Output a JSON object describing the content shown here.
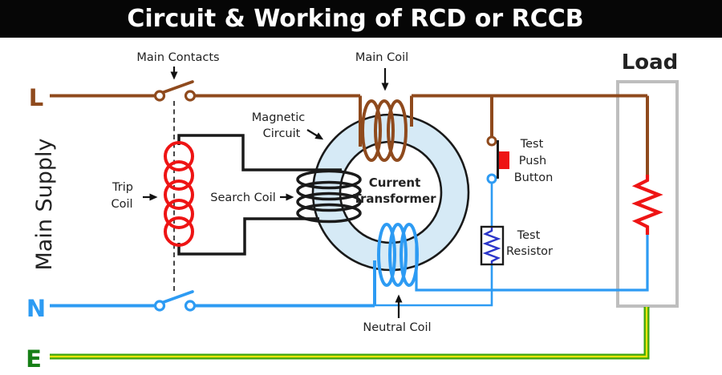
{
  "title": "Circuit & Working of RCD or RCCB",
  "supply": {
    "label": "Main Supply",
    "l": "L",
    "n": "N",
    "e": "E"
  },
  "labels": {
    "main_contacts": "Main Contacts",
    "main_coil": "Main Coil",
    "magnetic_line1": "Magnetic",
    "magnetic_line2": "Circuit",
    "search_coil": "Search Coil",
    "trip_line1": "Trip",
    "trip_line2": "Coil",
    "ct_line1": "Current",
    "ct_line2": "Transformer",
    "tpb_line1": "Test",
    "tpb_line2": "Push",
    "tpb_line3": "Button",
    "tr_line1": "Test",
    "tr_line2": "Resistor",
    "neutral_coil": "Neutral Coil",
    "load": "Load"
  },
  "colors": {
    "bg": "#FFFFFF",
    "title_bg": "#060606",
    "title_fg": "#FFFFFF",
    "line_l": "#8F4A1D",
    "line_n": "#2D9BF3",
    "line_e_green": "#3DA60D",
    "line_e_yellow": "#EAE40C",
    "label_e": "#167F16",
    "red": "#EE1414",
    "test_resistor_blue": "#2B35C9",
    "ring_fill": "#D6EAF6",
    "outline": "#1A1A1A",
    "gray_box": "#BEBEBE",
    "label": "#222222",
    "dashed": "#333333"
  }
}
